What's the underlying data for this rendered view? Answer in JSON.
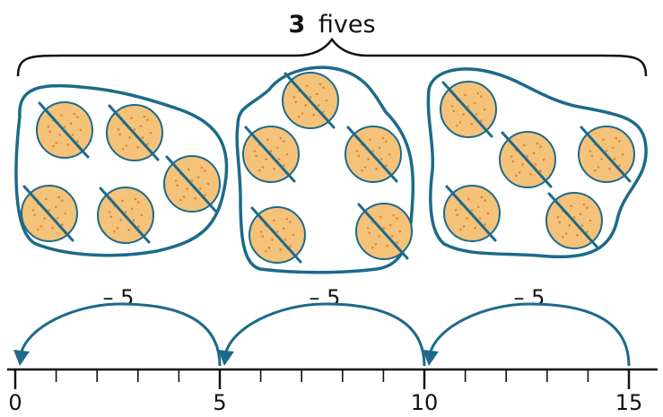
{
  "title": {
    "number": "3",
    "word": "fives"
  },
  "colors": {
    "outline": "#1d6a8a",
    "cookie_fill": "#f5c27a",
    "cookie_dots": "#d8863a",
    "text": "#111111"
  },
  "jump_labels": [
    "– 5",
    "– 5",
    "– 5"
  ],
  "groups": [
    {
      "cookies": 5,
      "crossed_out": 5
    },
    {
      "cookies": 5,
      "crossed_out": 5
    },
    {
      "cookies": 5,
      "crossed_out": 5
    }
  ],
  "number_line": {
    "min": 0,
    "max": 15,
    "labels": [
      "0",
      "5",
      "10",
      "15"
    ],
    "jumps": [
      {
        "from": 15,
        "to": 10
      },
      {
        "from": 10,
        "to": 5
      },
      {
        "from": 5,
        "to": 0
      }
    ]
  }
}
